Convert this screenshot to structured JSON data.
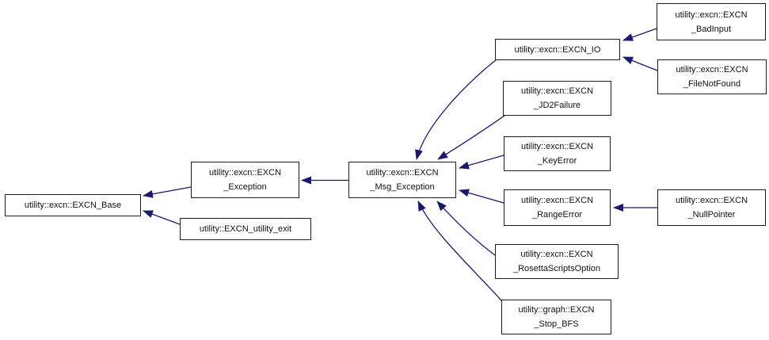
{
  "diagram": {
    "kind": "class-inheritance-graph",
    "arrow_color": "#191970",
    "node_border_color": "#1c1c1c",
    "node_fill_color": "#ffffff",
    "background_color": "#ffffff",
    "nodes": [
      {
        "id": "excn-base",
        "label": "utility::excn::EXCN_Base",
        "lines": [
          "utility::excn::EXCN_Base"
        ]
      },
      {
        "id": "excn-exception",
        "label": "utility::excn::EXCN_Exception",
        "lines": [
          "utility::excn::EXCN",
          "_Exception"
        ]
      },
      {
        "id": "excn-utility-exit",
        "label": "utility::EXCN_utility_exit",
        "lines": [
          "utility::EXCN_utility_exit"
        ]
      },
      {
        "id": "excn-msg-exception",
        "label": "utility::excn::EXCN_Msg_Exception",
        "lines": [
          "utility::excn::EXCN",
          "_Msg_Exception"
        ]
      },
      {
        "id": "excn-io",
        "label": "utility::excn::EXCN_IO",
        "lines": [
          "utility::excn::EXCN_IO"
        ]
      },
      {
        "id": "excn-badinput",
        "label": "utility::excn::EXCN_BadInput",
        "lines": [
          "utility::excn::EXCN",
          "_BadInput"
        ]
      },
      {
        "id": "excn-filenotfound",
        "label": "utility::excn::EXCN_FileNotFound",
        "lines": [
          "utility::excn::EXCN",
          "_FileNotFound"
        ]
      },
      {
        "id": "excn-jd2failure",
        "label": "utility::excn::EXCN_JD2Failure",
        "lines": [
          "utility::excn::EXCN",
          "_JD2Failure"
        ]
      },
      {
        "id": "excn-keyerror",
        "label": "utility::excn::EXCN_KeyError",
        "lines": [
          "utility::excn::EXCN",
          "_KeyError"
        ]
      },
      {
        "id": "excn-rangeerror",
        "label": "utility::excn::EXCN_RangeError",
        "lines": [
          "utility::excn::EXCN",
          "_RangeError"
        ]
      },
      {
        "id": "excn-nullpointer",
        "label": "utility::excn::EXCN_NullPointer",
        "lines": [
          "utility::excn::EXCN",
          "_NullPointer"
        ]
      },
      {
        "id": "excn-rosettascriptsoption",
        "label": "utility::excn::EXCN_RosettaScriptsOption",
        "lines": [
          "utility::excn::EXCN",
          "_RosettaScriptsOption"
        ]
      },
      {
        "id": "graph-excn-stop-bfs",
        "label": "utility::graph::EXCN_Stop_BFS",
        "lines": [
          "utility::graph::EXCN",
          "_Stop_BFS"
        ]
      }
    ],
    "edges": [
      {
        "from": "utility::excn::EXCN_Exception",
        "to": "utility::excn::EXCN_Base"
      },
      {
        "from": "utility::EXCN_utility_exit",
        "to": "utility::excn::EXCN_Base"
      },
      {
        "from": "utility::excn::EXCN_Msg_Exception",
        "to": "utility::excn::EXCN_Exception"
      },
      {
        "from": "utility::excn::EXCN_IO",
        "to": "utility::excn::EXCN_Msg_Exception"
      },
      {
        "from": "utility::excn::EXCN_JD2Failure",
        "to": "utility::excn::EXCN_Msg_Exception"
      },
      {
        "from": "utility::excn::EXCN_KeyError",
        "to": "utility::excn::EXCN_Msg_Exception"
      },
      {
        "from": "utility::excn::EXCN_RangeError",
        "to": "utility::excn::EXCN_Msg_Exception"
      },
      {
        "from": "utility::excn::EXCN_RosettaScriptsOption",
        "to": "utility::excn::EXCN_Msg_Exception"
      },
      {
        "from": "utility::graph::EXCN_Stop_BFS",
        "to": "utility::excn::EXCN_Msg_Exception"
      },
      {
        "from": "utility::excn::EXCN_BadInput",
        "to": "utility::excn::EXCN_IO"
      },
      {
        "from": "utility::excn::EXCN_FileNotFound",
        "to": "utility::excn::EXCN_IO"
      },
      {
        "from": "utility::excn::EXCN_NullPointer",
        "to": "utility::excn::EXCN_RangeError"
      }
    ]
  }
}
